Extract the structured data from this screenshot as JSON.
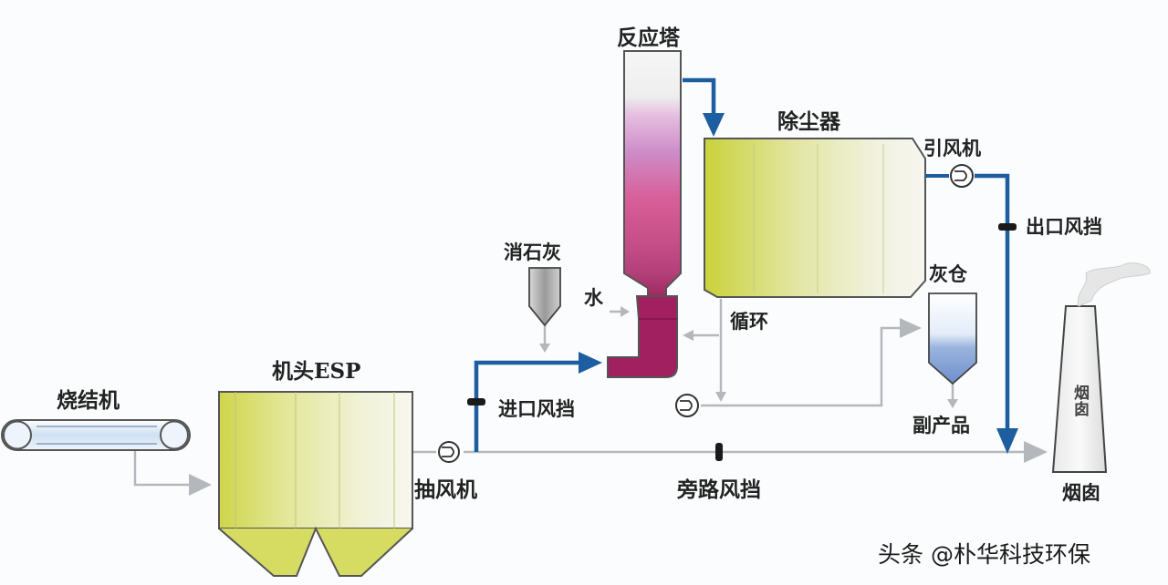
{
  "labels": {
    "sinter_machine": "烧结机",
    "head_esp": "机头ESP",
    "induced_draft_fan_1": "抽风机",
    "inlet_damper": "进口风挡",
    "hydrated_lime": "消石灰",
    "water": "水",
    "reaction_tower": "反应塔",
    "dust_collector": "除尘器",
    "induced_draft_fan_2": "引风机",
    "outlet_damper": "出口风挡",
    "recirculation": "循环",
    "ash_silo": "灰仓",
    "byproduct": "副产品",
    "bypass_damper": "旁路风挡",
    "chimney": "烟囱",
    "chimney_mark": "烟囱"
  },
  "watermark": "头条 @朴华科技环保",
  "colors": {
    "flue_gas_line": "#1c5ea0",
    "gray_line": "#b4b8bc",
    "esp_green": "#d2d94a",
    "dust_collector_green": "#cdd43f",
    "tower_magenta": "#a0215a"
  }
}
